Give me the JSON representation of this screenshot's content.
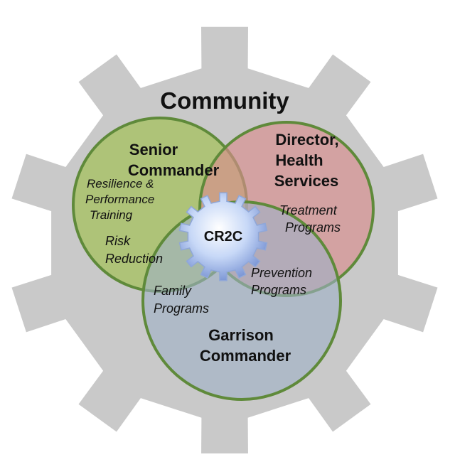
{
  "diagram": {
    "outer_label": "Community",
    "center_label": "CR2C",
    "circles": {
      "senior": {
        "title_lines": [
          "Senior",
          "Commander"
        ],
        "color": "#a9c26a"
      },
      "director": {
        "title_lines": [
          "Director,",
          "Health",
          "Services"
        ],
        "color": "#d98e8e"
      },
      "garrison": {
        "title_lines": [
          "Garrison",
          "Commander"
        ],
        "color": "#9fb1c6"
      }
    },
    "programs": {
      "resilience_lines": [
        "Resilience &",
        "Performance",
        "Training"
      ],
      "risk_lines": [
        "Risk",
        "Reduction"
      ],
      "treatment_lines": [
        "Treatment",
        "Programs"
      ],
      "prevention_lines": [
        "Prevention",
        "Programs"
      ],
      "family_lines": [
        "Family",
        "Programs"
      ]
    },
    "colors": {
      "gear": "#c9c9c9",
      "circle_stroke": "#5f8a3a",
      "text": "#111111",
      "center_gear": "#9db6e6"
    }
  }
}
